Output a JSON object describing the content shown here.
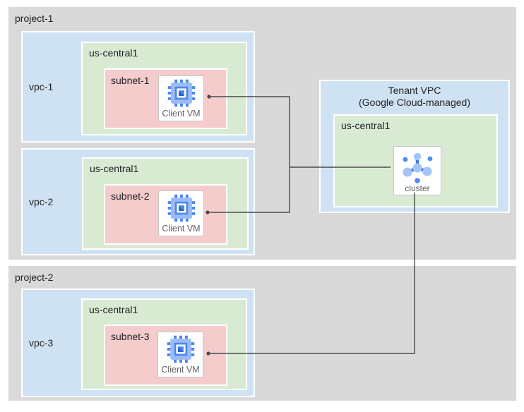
{
  "palette": {
    "project_bg": "#d9d9d9",
    "vpc_bg": "#cfe2f3",
    "region_bg": "#d9ead3",
    "subnet_bg": "#f4cccc",
    "connector": "#4a4a4a",
    "icon_blue": "#4285f4",
    "icon_light_blue": "#a3c3f9",
    "label_dark": "#212124",
    "label_gray": "#616161"
  },
  "projects": [
    {
      "label": "project-1",
      "vpcs": [
        {
          "label": "vpc-1",
          "region": "us-central1",
          "subnet": "subnet-1",
          "vm_label": "Client VM"
        },
        {
          "label": "vpc-2",
          "region": "us-central1",
          "subnet": "subnet-2",
          "vm_label": "Client VM"
        }
      ]
    },
    {
      "label": "project-2",
      "vpcs": [
        {
          "label": "vpc-3",
          "region": "us-central1",
          "subnet": "subnet-3",
          "vm_label": "Client VM"
        }
      ]
    }
  ],
  "tenant_vpc": {
    "title_line1": "Tenant VPC",
    "title_line2": "(Google Cloud-managed)",
    "region": "us-central1",
    "cluster_label": "cluster"
  }
}
